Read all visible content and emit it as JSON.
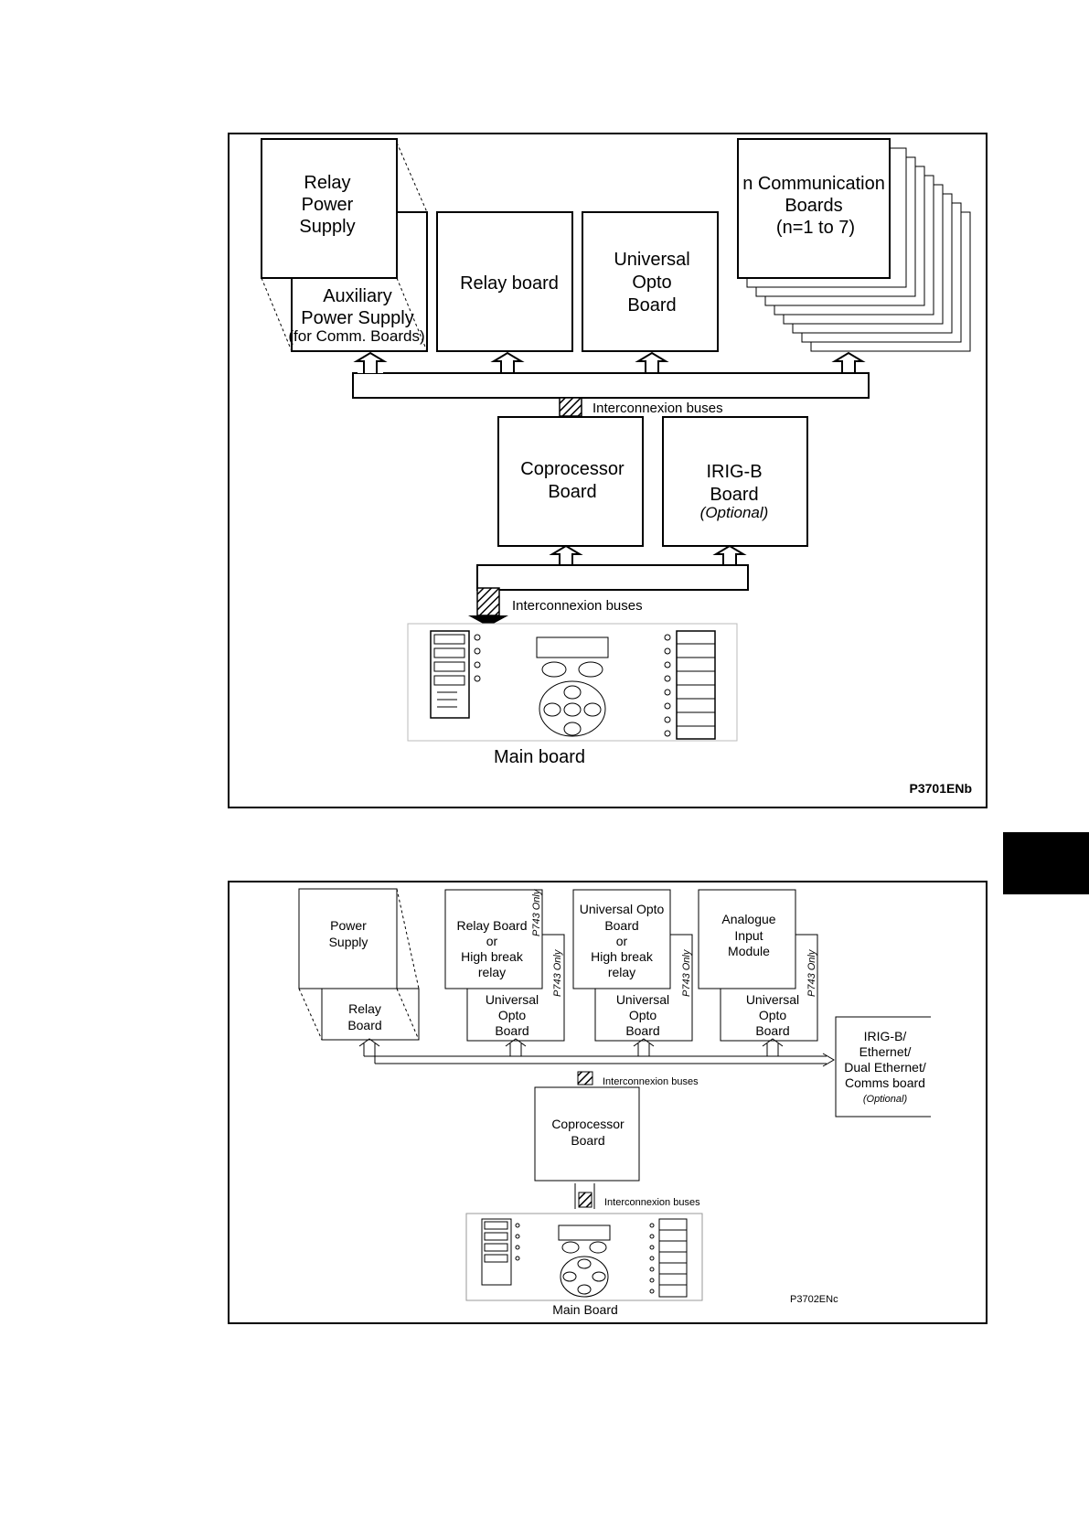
{
  "figure1": {
    "relay_power_supply": [
      "Relay",
      "Power",
      "Supply"
    ],
    "auxiliary_power_supply": [
      "Auxiliary",
      "Power Supply",
      "(for Comm. Boards)"
    ],
    "relay_board": "Relay board",
    "universal_opto_board": [
      "Universal",
      "Opto",
      "Board"
    ],
    "communication_boards": [
      "n Communication",
      "Boards",
      "(n=1 to 7)"
    ],
    "bus_label_top": "Interconnexion buses",
    "coprocessor_board": [
      "Coprocessor",
      "Board"
    ],
    "irigb_board": [
      "IRIG-B",
      "Board"
    ],
    "irigb_optional": "(Optional)",
    "bus_label_bottom": "Interconnexion buses",
    "main_board": "Main board",
    "figure_code": "P3701ENb"
  },
  "figure2": {
    "power_supply": [
      "Power",
      "Supply"
    ],
    "relay_board": [
      "Relay",
      "Board"
    ],
    "relay_board_or_hb": [
      "Relay Board",
      "or",
      "High break",
      "relay"
    ],
    "opto_or_hb": [
      "Universal Opto",
      "Board",
      "or",
      "High break",
      "relay"
    ],
    "analogue_input": [
      "Analogue",
      "Input",
      "Module"
    ],
    "p743_only": "P743 Only",
    "universal_opto_board": [
      "Universal",
      "Opto",
      "Board"
    ],
    "irigb_ethernet": [
      "IRIG-B/",
      "Ethernet/",
      "Dual Ethernet/",
      "Comms board"
    ],
    "irigb_optional": "(Optional)",
    "bus_label_top": "Interconnexion buses",
    "coprocessor_board": [
      "Coprocessor",
      "Board"
    ],
    "bus_label_bottom": "Interconnexion buses",
    "main_board": "Main Board",
    "figure_code": "P3702ENc"
  }
}
